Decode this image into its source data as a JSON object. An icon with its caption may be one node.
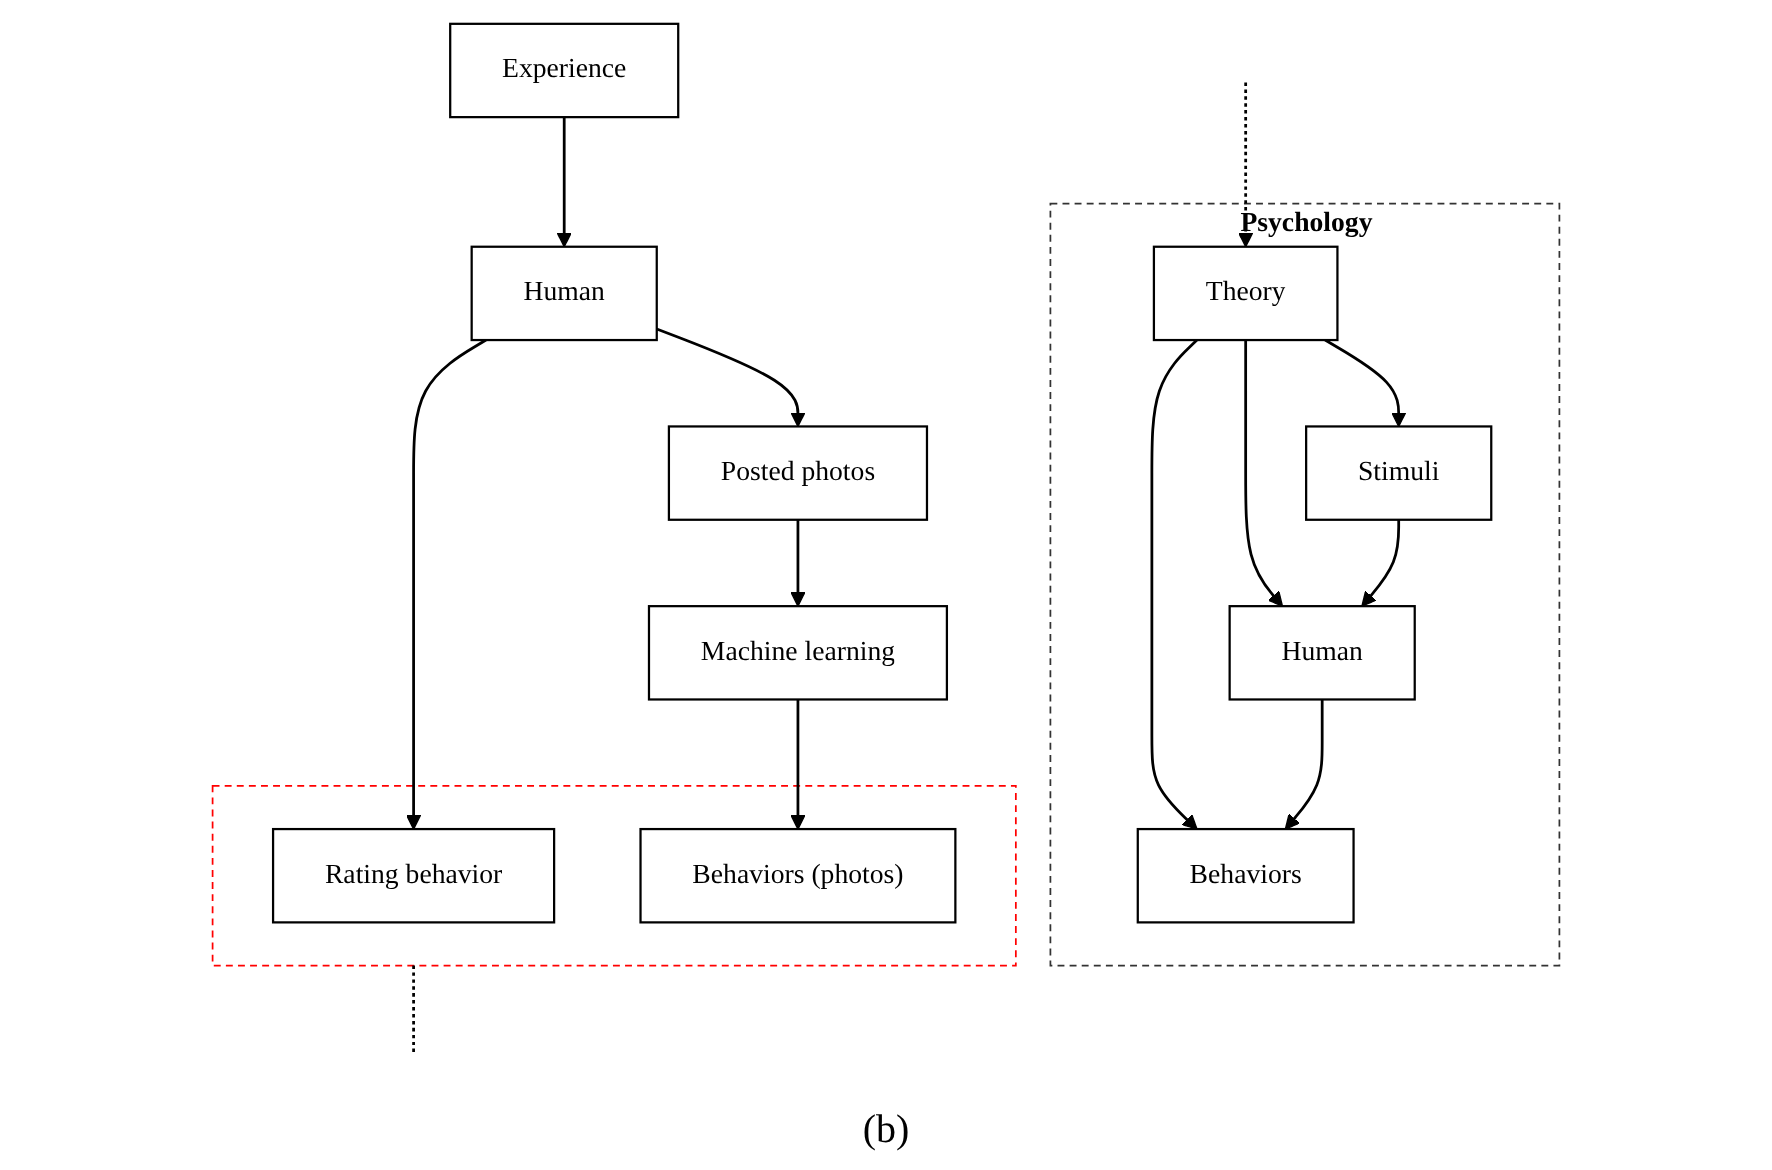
{
  "diagram": {
    "caption": "(b)",
    "nodes": [
      {
        "text": [
          "Psychology"
        ]
      },
      {
        "text": [
          "Theory"
        ],
        "in": 0
      },
      {
        "text": [
          "Stimuli"
        ],
        "in": 0
      },
      {
        "text": [
          "Human"
        ],
        "in": 0
      },
      {
        "text": [
          "Behaviors"
        ],
        "in": 0
      },
      {
        "text": [
          "Experience"
        ]
      },
      {
        "text": [
          "Human"
        ]
      },
      {
        "text": [
          "Posted photos"
        ]
      },
      {
        "text": [
          "Machine learning"
        ]
      },
      {
        "text": [],
        "shape": "box"
      },
      {
        "text": [
          "Rating behavior"
        ],
        "in": 9
      },
      {
        "text": [
          "Behaviors (photos)"
        ],
        "in": 9
      }
    ],
    "edges": [
      {
        "from": null,
        "to": 1,
        "arrow": "to",
        "style": "dashed"
      },
      {
        "from": 1,
        "to": 2,
        "arrow": "to"
      },
      {
        "from": 1,
        "to": 3,
        "arrow": "to"
      },
      {
        "from": 1,
        "to": 4,
        "arrow": "to"
      },
      {
        "from": 2,
        "to": 3,
        "arrow": "to"
      },
      {
        "from": 3,
        "to": 4,
        "arrow": "to"
      },
      {
        "from": 5,
        "to": 6,
        "arrow": "to"
      },
      {
        "from": 6,
        "to": 10,
        "arrow": "to"
      },
      {
        "from": 6,
        "to": 7,
        "arrow": "to"
      },
      {
        "from": 7,
        "to": 8,
        "arrow": "to"
      },
      {
        "from": 8,
        "to": 11,
        "arrow": "to"
      },
      {
        "from": 9,
        "to": null,
        "arrow": "none",
        "style": "dashed"
      }
    ]
  }
}
